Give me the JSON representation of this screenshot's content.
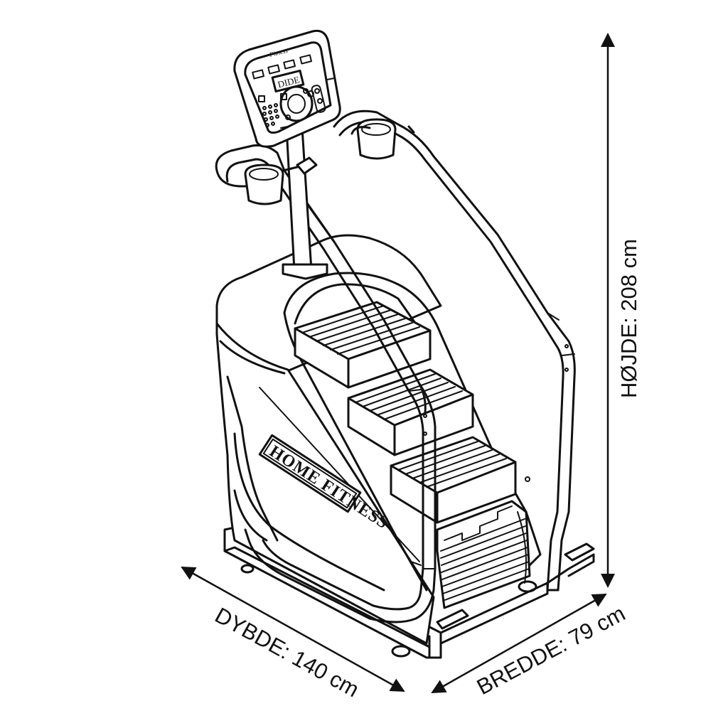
{
  "diagram": {
    "brand_label": "HOME FITNESS",
    "console_logo": "Fitness",
    "console_display": "DIDE",
    "dimensions": {
      "height": "HØJDE: 208 cm",
      "depth": "DYBDE: 140 cm",
      "width": "BREDDE: 79 cm"
    }
  }
}
